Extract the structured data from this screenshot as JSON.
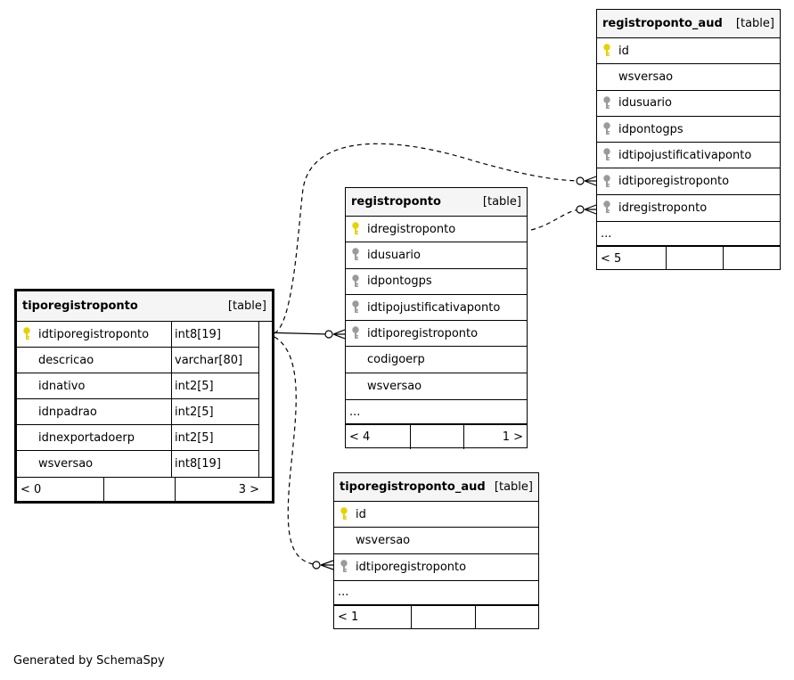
{
  "tables": {
    "tipoRegistroPonto": {
      "name": "tiporegistroponto",
      "kind": "[table]",
      "columns": [
        {
          "name": "idtiporegistroponto",
          "type": "int8[19]",
          "key": "primary"
        },
        {
          "name": "descricao",
          "type": "varchar[80]",
          "key": "none"
        },
        {
          "name": "idnativo",
          "type": "int2[5]",
          "key": "none"
        },
        {
          "name": "idnpadrao",
          "type": "int2[5]",
          "key": "none"
        },
        {
          "name": "idnexportadoerp",
          "type": "int2[5]",
          "key": "none"
        },
        {
          "name": "wsversao",
          "type": "int8[19]",
          "key": "none"
        }
      ],
      "footer": {
        "parents": "< 0",
        "middle": "",
        "children": "3 >"
      }
    },
    "registroPonto": {
      "name": "registroponto",
      "kind": "[table]",
      "columns": [
        {
          "name": "idregistroponto",
          "key": "primary"
        },
        {
          "name": "idusuario",
          "key": "foreign"
        },
        {
          "name": "idpontogps",
          "key": "foreign"
        },
        {
          "name": "idtipojustificativaponto",
          "key": "foreign"
        },
        {
          "name": "idtiporegistroponto",
          "key": "foreign"
        },
        {
          "name": "codigoerp",
          "key": "none"
        },
        {
          "name": "wsversao",
          "key": "none"
        }
      ],
      "ellipsis": "...",
      "footer": {
        "parents": "< 4",
        "middle": "",
        "children": "1 >"
      }
    },
    "registroPontoAud": {
      "name": "registroponto_aud",
      "kind": "[table]",
      "columns": [
        {
          "name": "id",
          "key": "primary"
        },
        {
          "name": "wsversao",
          "key": "none"
        },
        {
          "name": "idusuario",
          "key": "foreign"
        },
        {
          "name": "idpontogps",
          "key": "foreign"
        },
        {
          "name": "idtipojustificativaponto",
          "key": "foreign"
        },
        {
          "name": "idtiporegistroponto",
          "key": "foreign"
        },
        {
          "name": "idregistroponto",
          "key": "foreign"
        }
      ],
      "ellipsis": "...",
      "footer": {
        "parents": "< 5",
        "middle": "",
        "children": ""
      }
    },
    "tipoRegistroPontoAud": {
      "name": "tiporegistroponto_aud",
      "kind": "[table]",
      "columns": [
        {
          "name": "id",
          "key": "primary"
        },
        {
          "name": "wsversao",
          "key": "none"
        },
        {
          "name": "idtiporegistroponto",
          "key": "foreign"
        }
      ],
      "ellipsis": "...",
      "footer": {
        "parents": "< 1",
        "middle": "",
        "children": ""
      }
    }
  },
  "colors": {
    "primary_key": "#e6d200",
    "foreign_key": "#9a9a9a",
    "header_bg": "#f5f5f5"
  },
  "footer_text": "Generated by SchemaSpy"
}
